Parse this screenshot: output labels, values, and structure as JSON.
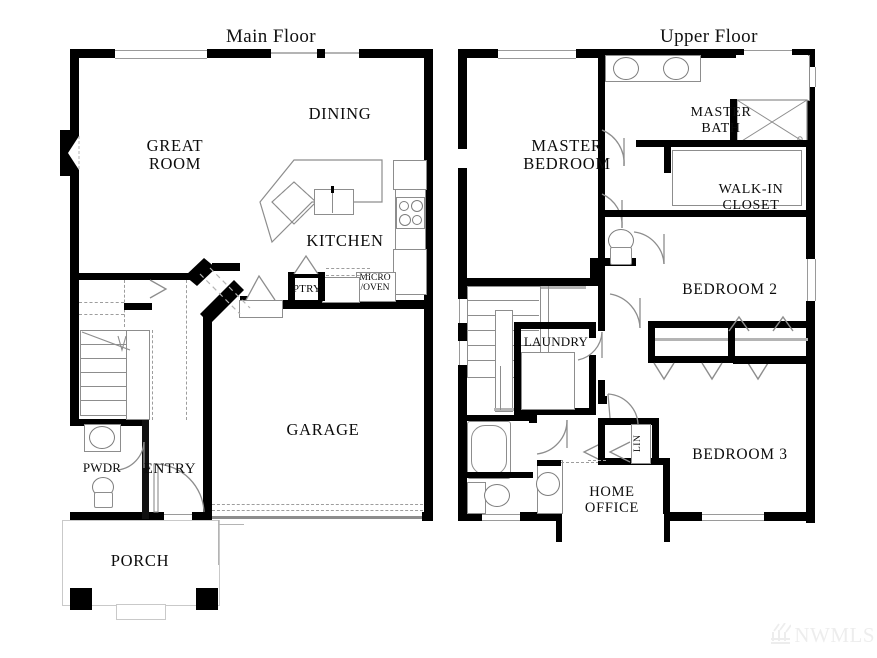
{
  "document": {
    "type": "real-estate-floor-plan",
    "watermark": "NWMLS",
    "watermark_icon": "nwmls-logo-icon"
  },
  "floors": [
    {
      "id": "main",
      "title": "Main Floor",
      "rooms": [
        {
          "name": "great-room",
          "label": "GREAT\nROOM"
        },
        {
          "name": "dining",
          "label": "DINING"
        },
        {
          "name": "kitchen",
          "label": "KITCHEN"
        },
        {
          "name": "pantry",
          "label": "PTRY"
        },
        {
          "name": "micro-oven",
          "label": "MICRO\n/OVEN"
        },
        {
          "name": "garage",
          "label": "GARAGE"
        },
        {
          "name": "powder-room",
          "label": "PWDR"
        },
        {
          "name": "entry",
          "label": "ENTRY"
        },
        {
          "name": "porch",
          "label": "PORCH"
        }
      ]
    },
    {
      "id": "upper",
      "title": "Upper Floor",
      "rooms": [
        {
          "name": "master-bedroom",
          "label": "MASTER\nBEDROOM"
        },
        {
          "name": "master-bath",
          "label": "MASTER\nBATH"
        },
        {
          "name": "walk-in-closet",
          "label": "WALK-IN\nCLOSET"
        },
        {
          "name": "bedroom-2",
          "label": "BEDROOM 2"
        },
        {
          "name": "bedroom-3",
          "label": "BEDROOM 3"
        },
        {
          "name": "laundry",
          "label": "LAUNDRY"
        },
        {
          "name": "home-office",
          "label": "HOME\nOFFICE"
        },
        {
          "name": "linen-closet",
          "label": "LIN"
        }
      ]
    }
  ],
  "colors": {
    "wall": "#000000",
    "fixture_line": "#8d8d8d",
    "dashed_line": "#9d9d9d",
    "watermark": "#dcdcdc",
    "background": "#ffffff"
  }
}
